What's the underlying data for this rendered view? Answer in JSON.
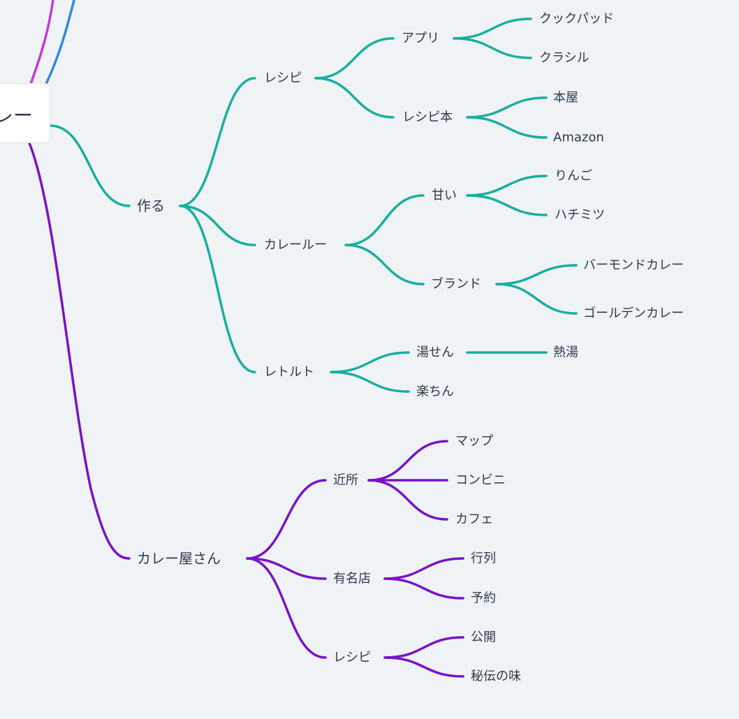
{
  "colors": {
    "teal": "#1aae9f",
    "purple": "#7a12c8",
    "magenta": "#c03ad8",
    "blue": "#2f8ae0",
    "background": "#eff3f6",
    "text": "#2d3a4a"
  },
  "root": {
    "label": "カレー"
  },
  "branches": {
    "make": {
      "label": "作る",
      "recipe": {
        "label": "レシピ",
        "app": {
          "label": "アプリ",
          "c1": "クックパッド",
          "c2": "クラシル"
        },
        "book": {
          "label": "レシピ本",
          "c1": "本屋",
          "c2": "Amazon"
        }
      },
      "roux": {
        "label": "カレールー",
        "sweet": {
          "label": "甘い",
          "c1": "りんご",
          "c2": "ハチミツ"
        },
        "brand": {
          "label": "ブランド",
          "c1": "バーモンドカレー",
          "c2": "ゴールデンカレー"
        }
      },
      "retort": {
        "label": "レトルト",
        "boil": {
          "label": "湯せん",
          "c1": "熱湯"
        },
        "easy": {
          "label": "楽ちん"
        }
      }
    },
    "shop": {
      "label": "カレー屋さん",
      "near": {
        "label": "近所",
        "c1": "マップ",
        "c2": "コンビニ",
        "c3": "カフェ"
      },
      "famous": {
        "label": "有名店",
        "c1": "行列",
        "c2": "予約"
      },
      "recipe": {
        "label": "レシピ",
        "c1": "公開",
        "c2": "秘伝の味"
      }
    }
  }
}
